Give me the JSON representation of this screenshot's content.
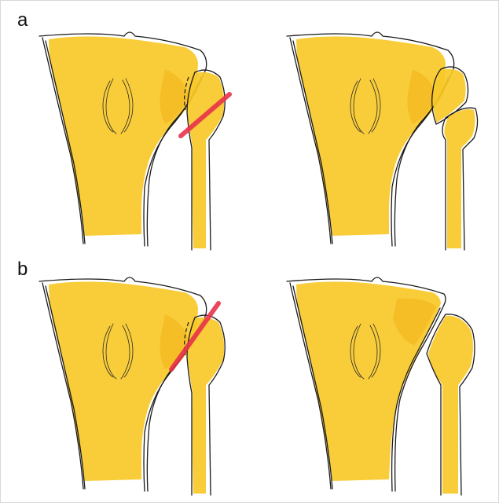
{
  "labels": {
    "row_a": "a",
    "row_b": "b"
  },
  "colors": {
    "bone": "#f8c928",
    "ink": "#1a1a1a",
    "osteotomy_line": "#e8324a"
  },
  "panels": [
    {
      "row": "a",
      "stage": "before",
      "cut_line": true
    },
    {
      "row": "a",
      "stage": "after",
      "cut_line": false
    },
    {
      "row": "b",
      "stage": "before",
      "cut_line": true
    },
    {
      "row": "b",
      "stage": "after",
      "cut_line": false
    }
  ]
}
